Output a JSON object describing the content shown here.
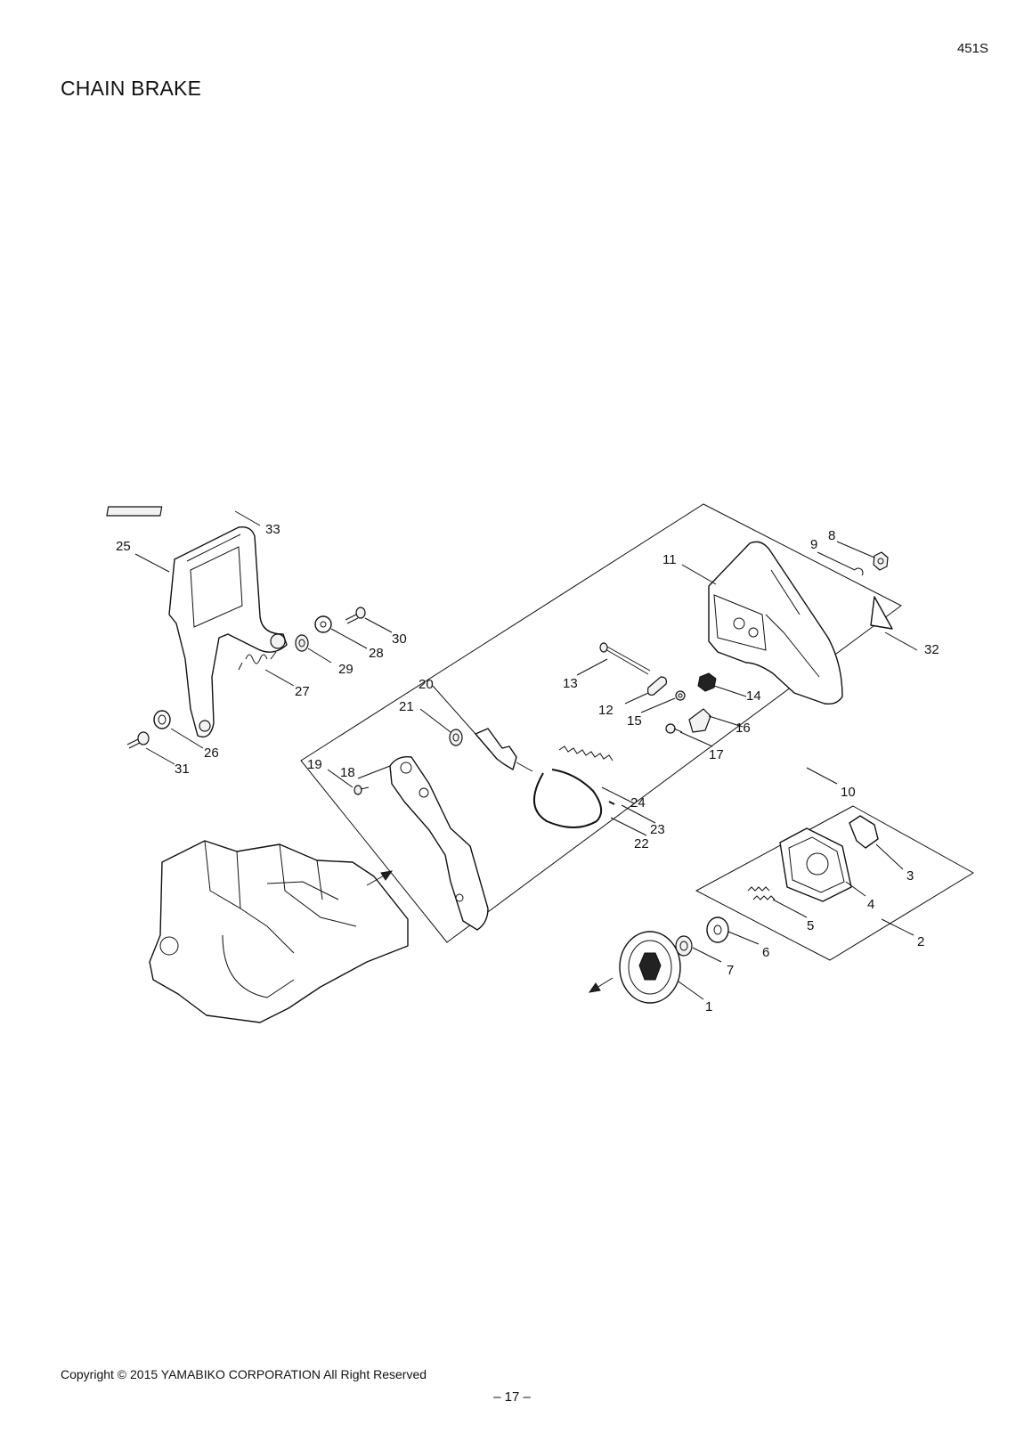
{
  "header": {
    "model": "451S",
    "title": "CHAIN BRAKE"
  },
  "footer": {
    "copyright": "Copyright © 2015 YAMABIKO CORPORATION All Right Reserved",
    "page": "– 17 –"
  },
  "callouts": {
    "c1": "1",
    "c2": "2",
    "c3": "3",
    "c4": "4",
    "c5": "5",
    "c6": "6",
    "c7": "7",
    "c8": "8",
    "c9": "9",
    "c10": "10",
    "c11": "11",
    "c12": "12",
    "c13": "13",
    "c14": "14",
    "c15": "15",
    "c16": "16",
    "c17": "17",
    "c18": "18",
    "c19": "19",
    "c20": "20",
    "c21": "21",
    "c22": "22",
    "c23": "23",
    "c24": "24",
    "c25": "25",
    "c26": "26",
    "c27": "27",
    "c28": "28",
    "c29": "29",
    "c30": "30",
    "c31": "31",
    "c32": "32",
    "c33": "33"
  }
}
